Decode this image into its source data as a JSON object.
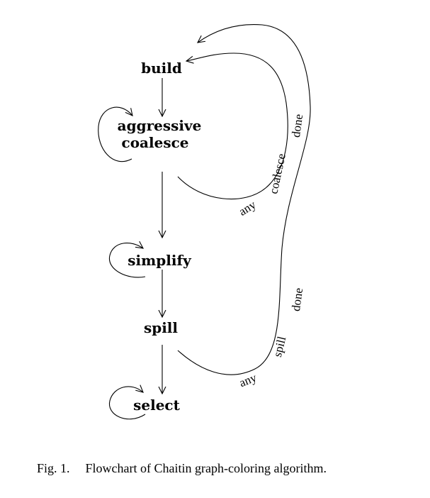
{
  "diagram": {
    "nodes": {
      "build": "build",
      "coalesce_line1": "aggressive",
      "coalesce_line2": "coalesce",
      "simplify": "simplify",
      "spill": "spill",
      "select": "select"
    },
    "edge_labels": {
      "any_coalesce": "any",
      "coalesce_word": "coalesce",
      "done_upper": "done",
      "any_spill": "any",
      "spill_word": "spill",
      "done_lower": "done"
    }
  },
  "caption": {
    "number": "Fig. 1.",
    "text": "Flowchart of Chaitin graph-coloring algorithm."
  }
}
